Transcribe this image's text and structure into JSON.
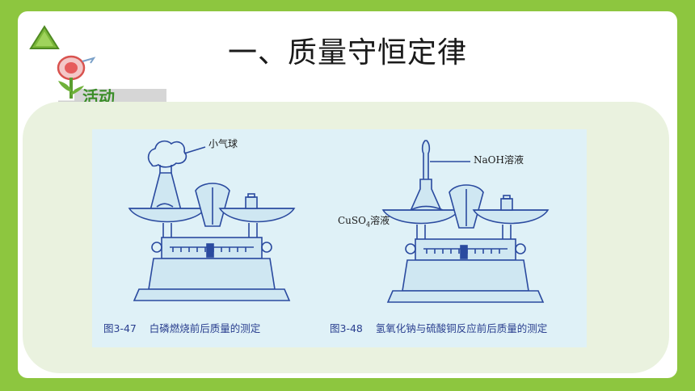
{
  "slide": {
    "title": "一、质量守恒定律",
    "activity_label": "活动"
  },
  "figures": [
    {
      "number": "图3-47",
      "caption": "白磷燃烧前后质量的测定",
      "callouts": [
        "小气球"
      ]
    },
    {
      "number": "图3-48",
      "caption": "氢氧化钠与硫酸铜反应前后质量的测定",
      "callouts": [
        "NaOH溶液",
        "CuSO",
        "4",
        "溶液"
      ]
    }
  ],
  "colors": {
    "background_green": "#8dc63f",
    "panel_green": "#eaf2df",
    "figure_blue": "#dff1f7",
    "line_blue": "#2a4a9f",
    "label_green": "#3a8d28"
  },
  "icons": [
    "green-triangle-icon",
    "activity-plant-icon"
  ]
}
